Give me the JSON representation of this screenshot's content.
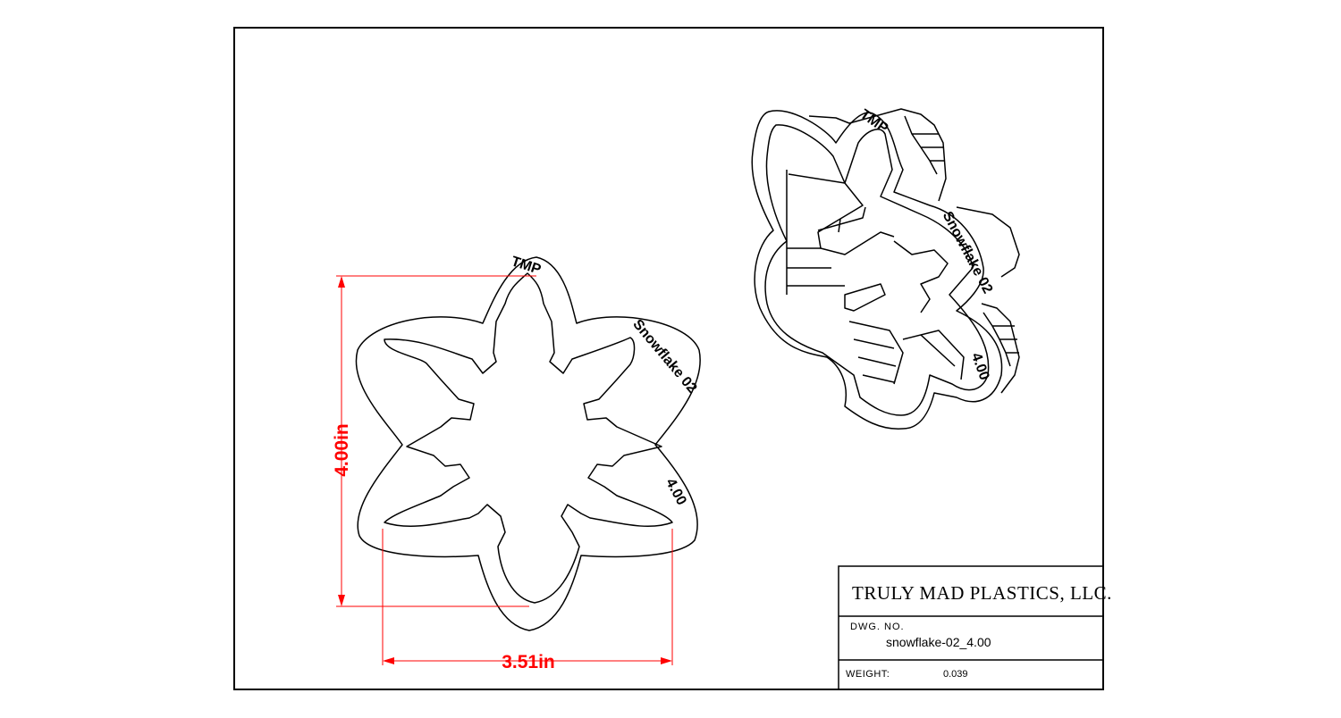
{
  "title_block": {
    "company": "TRULY MAD PLASTICS, LLC.",
    "dwg_no_label": "DWG.  NO.",
    "dwg_no": "snowflake-02_4.00",
    "weight_label": "WEIGHT:",
    "weight": "0.039"
  },
  "dimensions": {
    "height": "4.00in",
    "width": "3.51in"
  },
  "embossing": {
    "brand": "TMP",
    "name": "Snowflake 02",
    "size": "4.00"
  },
  "colors": {
    "line": "#000000",
    "dimension": "#ff0000"
  }
}
